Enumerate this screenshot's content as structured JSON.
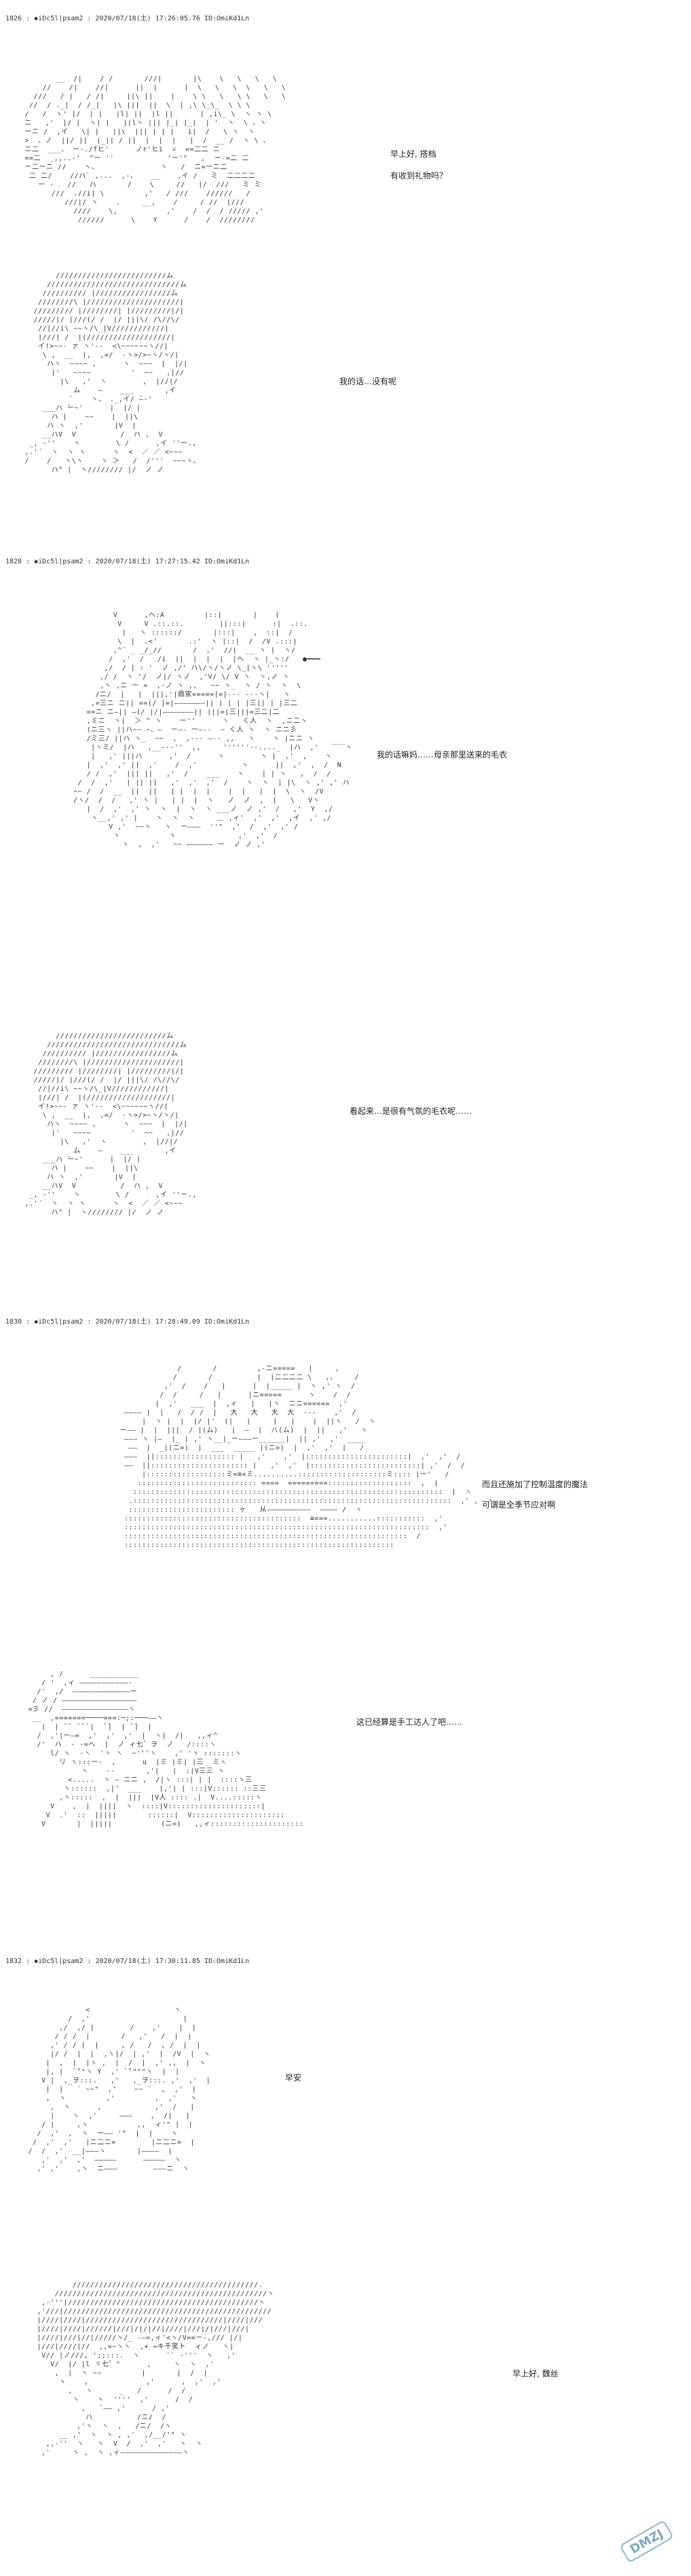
{
  "posts": [
    {
      "header": "1826 : ◆iDc5l|psam2 : 2020/07/18(土) 17:26:05.76 ID:OmiKd1Ln",
      "dialog": [
        "早上好, 搭档",
        "有收到礼物吗？",
        "我的话…没有呢"
      ]
    },
    {
      "header": "1828 : ◆iDc5l|psam2 : 2020/07/18(土) 17:27:15.42 ID:OmiKd1Ln",
      "dialog": [
        "我的话嘛妈……母亲那里送来的毛衣",
        "看起来…是很有气氛的毛衣呢……"
      ]
    },
    {
      "header": "1830 : ◆iDc5l|psam2 : 2020/07/18(土) 17:28:49.09 ID:OmiKd1Ln",
      "dialog": [
        "而且还施加了控制温度的魔法",
        "可谓是全季节应对啊",
        "这已经算是手工达人了吧……"
      ]
    },
    {
      "header": "1832 : ◆iDc5l|psam2 : 2020/07/18(土) 17:30:11.85 ID:OmiKd1Ln",
      "dialog": [
        "早安",
        "早上好, 魏丝"
      ]
    }
  ],
  "watermark": "DMZJ"
}
